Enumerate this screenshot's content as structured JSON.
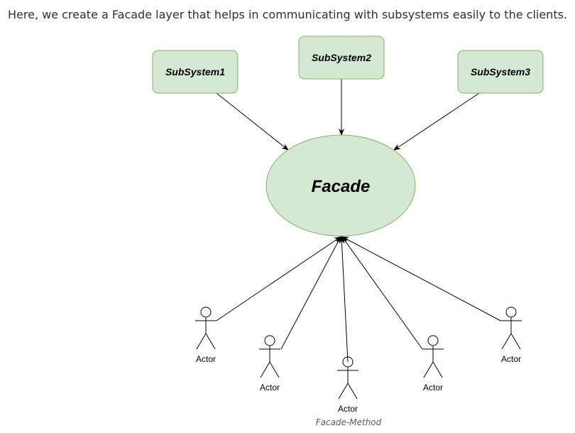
{
  "intro_text": "Here, we create a Facade layer that helps in communicating with subsystems easily to the clients.",
  "diagram": {
    "subsystems": [
      "SubSystem1",
      "SubSystem2",
      "SubSystem3"
    ],
    "facade": "Facade",
    "actors": [
      "Actor",
      "Actor",
      "Actor",
      "Actor",
      "Actor"
    ],
    "colors": {
      "node_fill": "#d5e8d4",
      "node_stroke": "#82b366",
      "line": "#000000"
    }
  },
  "caption": "Facade-Method"
}
